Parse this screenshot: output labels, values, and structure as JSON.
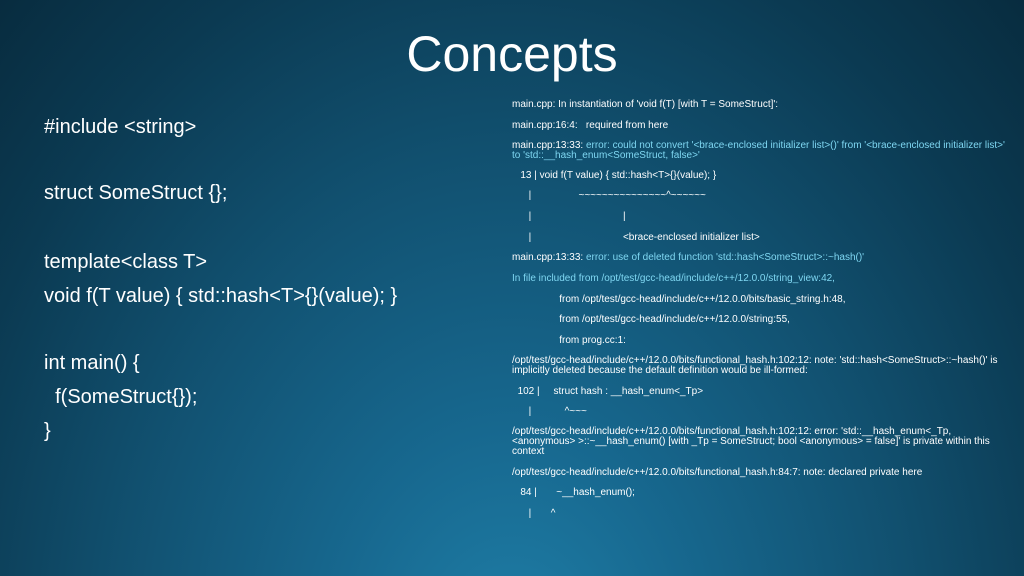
{
  "slide": {
    "title": "Concepts"
  },
  "code": {
    "line1": "#include <string>",
    "line2": "struct SomeStruct {};",
    "line3": "template<class T>",
    "line4": "void f(T value) { std::hash<T>{}(value); }",
    "line5": "int main() {",
    "line6": "  f(SomeStruct{});",
    "line7": "}"
  },
  "compiler_output": {
    "l01": "main.cpp: In instantiation of 'void f(T) [with T = SomeStruct]':",
    "l02": "main.cpp:16:4:   required from here",
    "l03a": "main.cpp:13:33: ",
    "l03b": "error: could not convert '<brace-enclosed initializer list>()' from '<brace-enclosed initializer list>' to 'std::__hash_enum<SomeStruct, false>'",
    "l04": "   13 | void f(T value) { std::hash<T>{}(value); }",
    "l05": "      |                 ~~~~~~~~~~~~~~~^~~~~~~",
    "l06": "      |                                 |",
    "l07": "      |                                 <brace-enclosed initializer list>",
    "l08a": "main.cpp:13:33: ",
    "l08b": "error: use of deleted function 'std::hash<SomeStruct>::~hash()'",
    "l09": "In file included from /opt/test/gcc-head/include/c++/12.0.0/string_view:42,",
    "l10": "                 from /opt/test/gcc-head/include/c++/12.0.0/bits/basic_string.h:48,",
    "l11": "                 from /opt/test/gcc-head/include/c++/12.0.0/string:55,",
    "l12": "                 from prog.cc:1:",
    "l13": "/opt/test/gcc-head/include/c++/12.0.0/bits/functional_hash.h:102:12: note: 'std::hash<SomeStruct>::~hash()' is implicitly deleted because the default definition would be ill-formed:",
    "l14": "  102 |     struct hash : __hash_enum<_Tp>",
    "l15": "      |            ^~~~",
    "l16": "/opt/test/gcc-head/include/c++/12.0.0/bits/functional_hash.h:102:12: error: 'std::__hash_enum<_Tp, <anonymous> >::~__hash_enum() [with _Tp = SomeStruct; bool <anonymous> = false]' is private within this context",
    "l17": "/opt/test/gcc-head/include/c++/12.0.0/bits/functional_hash.h:84:7: note: declared private here",
    "l18": "   84 |       ~__hash_enum();",
    "l19": "      |       ^"
  }
}
